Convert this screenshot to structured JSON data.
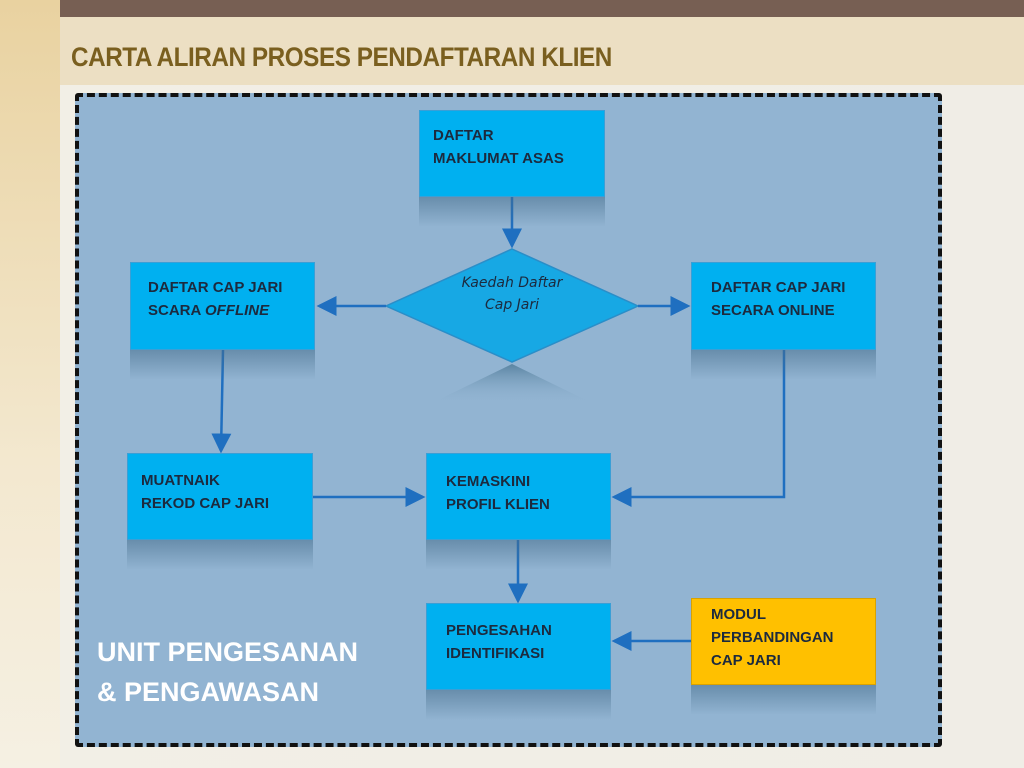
{
  "title": "CARTA ALIRAN PROSES PENDAFTARAN KLIEN",
  "nodes": {
    "daftar_asas": [
      "DAFTAR",
      "MAKLUMAT ASAS"
    ],
    "kaedah": [
      "Kaedah Daftar",
      "Cap Jari"
    ],
    "offline": [
      "DAFTAR CAP JARI",
      "SCARA ",
      "OFFLINE"
    ],
    "online": [
      "DAFTAR CAP JARI",
      "SECARA ONLINE"
    ],
    "muatnaik": [
      "MUATNAIK",
      "REKOD CAP JARI"
    ],
    "kemaskini": [
      "KEMASKINI",
      "PROFIL KLIEN"
    ],
    "pengesahan": [
      "PENGESAHAN",
      "IDENTIFIKASI"
    ],
    "modul": [
      "MODUL",
      "PERBANDINGAN",
      "CAP JARI"
    ]
  },
  "unit_label": [
    "UNIT PENGESANAN",
    "& PENGAWASAN"
  ],
  "colors": {
    "box": "#00b0f0",
    "highlight": "#ffc000",
    "arrow": "#1f6fc0",
    "panel": "#92b4d2"
  }
}
